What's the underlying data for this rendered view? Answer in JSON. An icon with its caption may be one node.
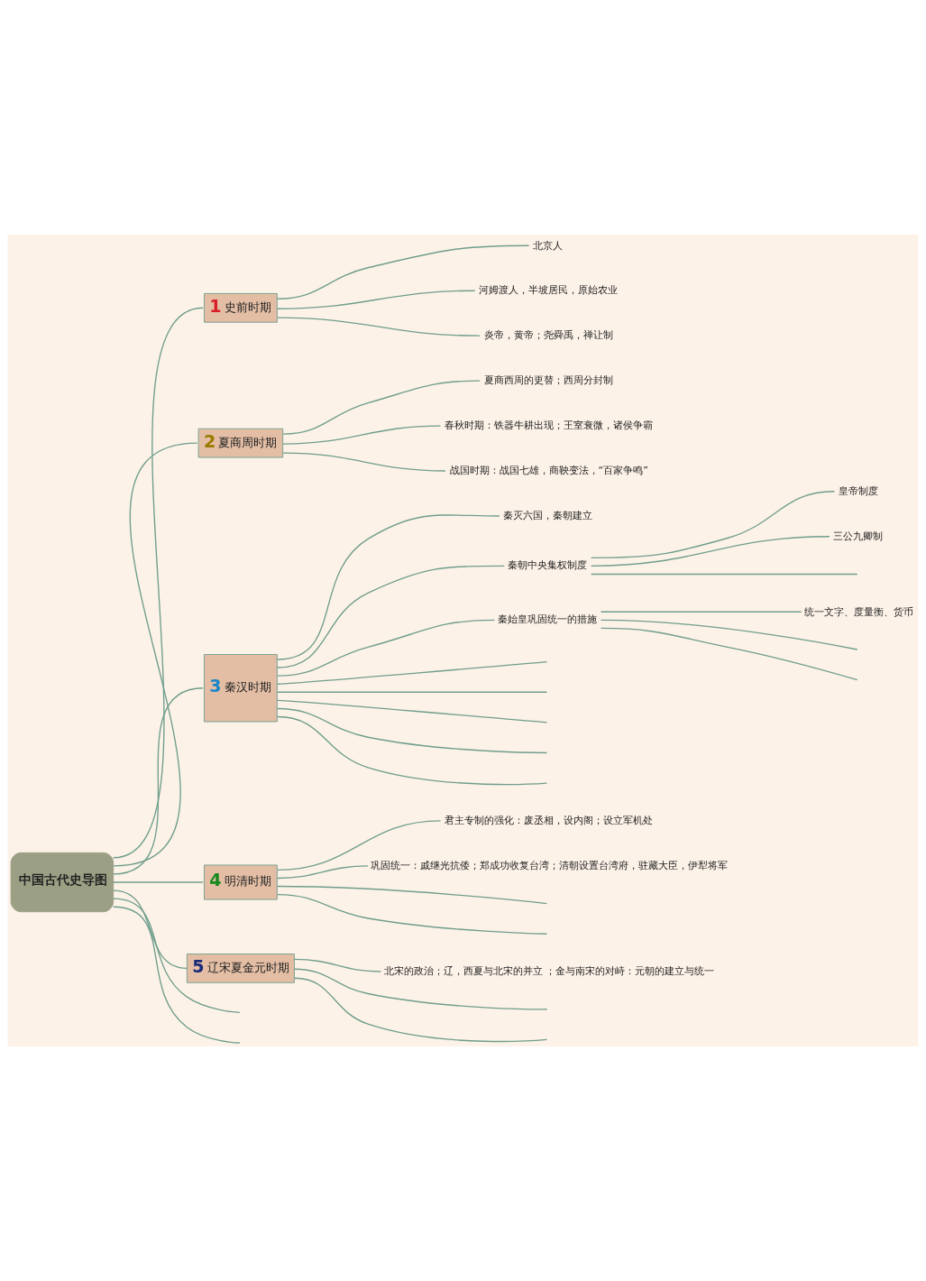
{
  "diagram": {
    "nodes": [
      {
        "text": [
          "中国古代史导图"
        ]
      },
      {
        "text": [
          "1",
          "史前时期"
        ]
      },
      {
        "text": [
          "北京人"
        ]
      },
      {
        "text": [
          "河姆渡人，半坡居民，原始农业"
        ]
      },
      {
        "text": [
          "炎帝，黄帝；尧舜禹，禅让制"
        ]
      },
      {
        "text": [
          "2",
          "夏商周时期"
        ]
      },
      {
        "text": [
          "夏商西周的更替；西周分封制"
        ]
      },
      {
        "text": [
          "春秋时期：铁器牛耕出现；王室衰微，诸侯争霸"
        ]
      },
      {
        "text": [
          "战国时期：战国七雄，商鞅变法，“百家争鸣”"
        ]
      },
      {
        "text": [
          "3",
          "秦汉时期"
        ]
      },
      {
        "text": [
          "秦灭六国，秦朝建立"
        ]
      },
      {
        "text": [
          "秦朝中央集权制度"
        ]
      },
      {
        "text": [
          "皇帝制度"
        ]
      },
      {
        "text": [
          "三公九卿制"
        ]
      },
      {
        "text": [
          "秦始皇巩固统一的措施"
        ]
      },
      {
        "text": [
          "统一文字、度量衡、货币"
        ]
      },
      {
        "text": [
          "4",
          "明清时期"
        ]
      },
      {
        "text": [
          "君主专制的强化：废丞相，设内阁；设立军机处"
        ]
      },
      {
        "text": [
          "巩固统一：戚继光抗倭；郑成功收复台湾；清朝设置台湾府，驻藏大臣，伊犁将军"
        ]
      },
      {
        "text": [
          "5",
          "辽宋夏金元时期"
        ]
      },
      {
        "text": [
          "北宋的政治；辽，西夏与北宋的并立 ；金与南宋的对峙：元朝的建立与统一"
        ]
      }
    ],
    "edges": [
      {
        "from": 0,
        "to": 1,
        "arrow": "none"
      },
      {
        "from": 1,
        "to": 2,
        "arrow": "none"
      },
      {
        "from": 1,
        "to": 3,
        "arrow": "none"
      },
      {
        "from": 1,
        "to": 4,
        "arrow": "none"
      },
      {
        "from": 0,
        "to": 5,
        "arrow": "none"
      },
      {
        "from": 5,
        "to": 6,
        "arrow": "none"
      },
      {
        "from": 5,
        "to": 7,
        "arrow": "none"
      },
      {
        "from": 5,
        "to": 8,
        "arrow": "none"
      },
      {
        "from": 0,
        "to": 9,
        "arrow": "none"
      },
      {
        "from": 9,
        "to": 10,
        "arrow": "none"
      },
      {
        "from": 9,
        "to": 11,
        "arrow": "none"
      },
      {
        "from": 11,
        "to": 12,
        "arrow": "none"
      },
      {
        "from": 11,
        "to": 13,
        "arrow": "none"
      },
      {
        "from": 11,
        "to": null,
        "arrow": "none"
      },
      {
        "from": 9,
        "to": 14,
        "arrow": "none"
      },
      {
        "from": 14,
        "to": 15,
        "arrow": "none"
      },
      {
        "from": 14,
        "to": null,
        "arrow": "none"
      },
      {
        "from": 14,
        "to": null,
        "arrow": "none"
      },
      {
        "from": 9,
        "to": null,
        "arrow": "none"
      },
      {
        "from": 9,
        "to": null,
        "arrow": "none"
      },
      {
        "from": 9,
        "to": null,
        "arrow": "none"
      },
      {
        "from": 9,
        "to": null,
        "arrow": "none"
      },
      {
        "from": 9,
        "to": null,
        "arrow": "none"
      },
      {
        "from": 0,
        "to": 16,
        "arrow": "none"
      },
      {
        "from": 16,
        "to": 17,
        "arrow": "none"
      },
      {
        "from": 16,
        "to": 18,
        "arrow": "none"
      },
      {
        "from": 16,
        "to": null,
        "arrow": "none"
      },
      {
        "from": 16,
        "to": null,
        "arrow": "none"
      },
      {
        "from": 0,
        "to": 19,
        "arrow": "none"
      },
      {
        "from": 19,
        "to": 20,
        "arrow": "none"
      },
      {
        "from": 19,
        "to": null,
        "arrow": "none"
      },
      {
        "from": 19,
        "to": null,
        "arrow": "none"
      },
      {
        "from": 0,
        "to": null,
        "arrow": "none"
      },
      {
        "from": 0,
        "to": null,
        "arrow": "none"
      }
    ]
  }
}
